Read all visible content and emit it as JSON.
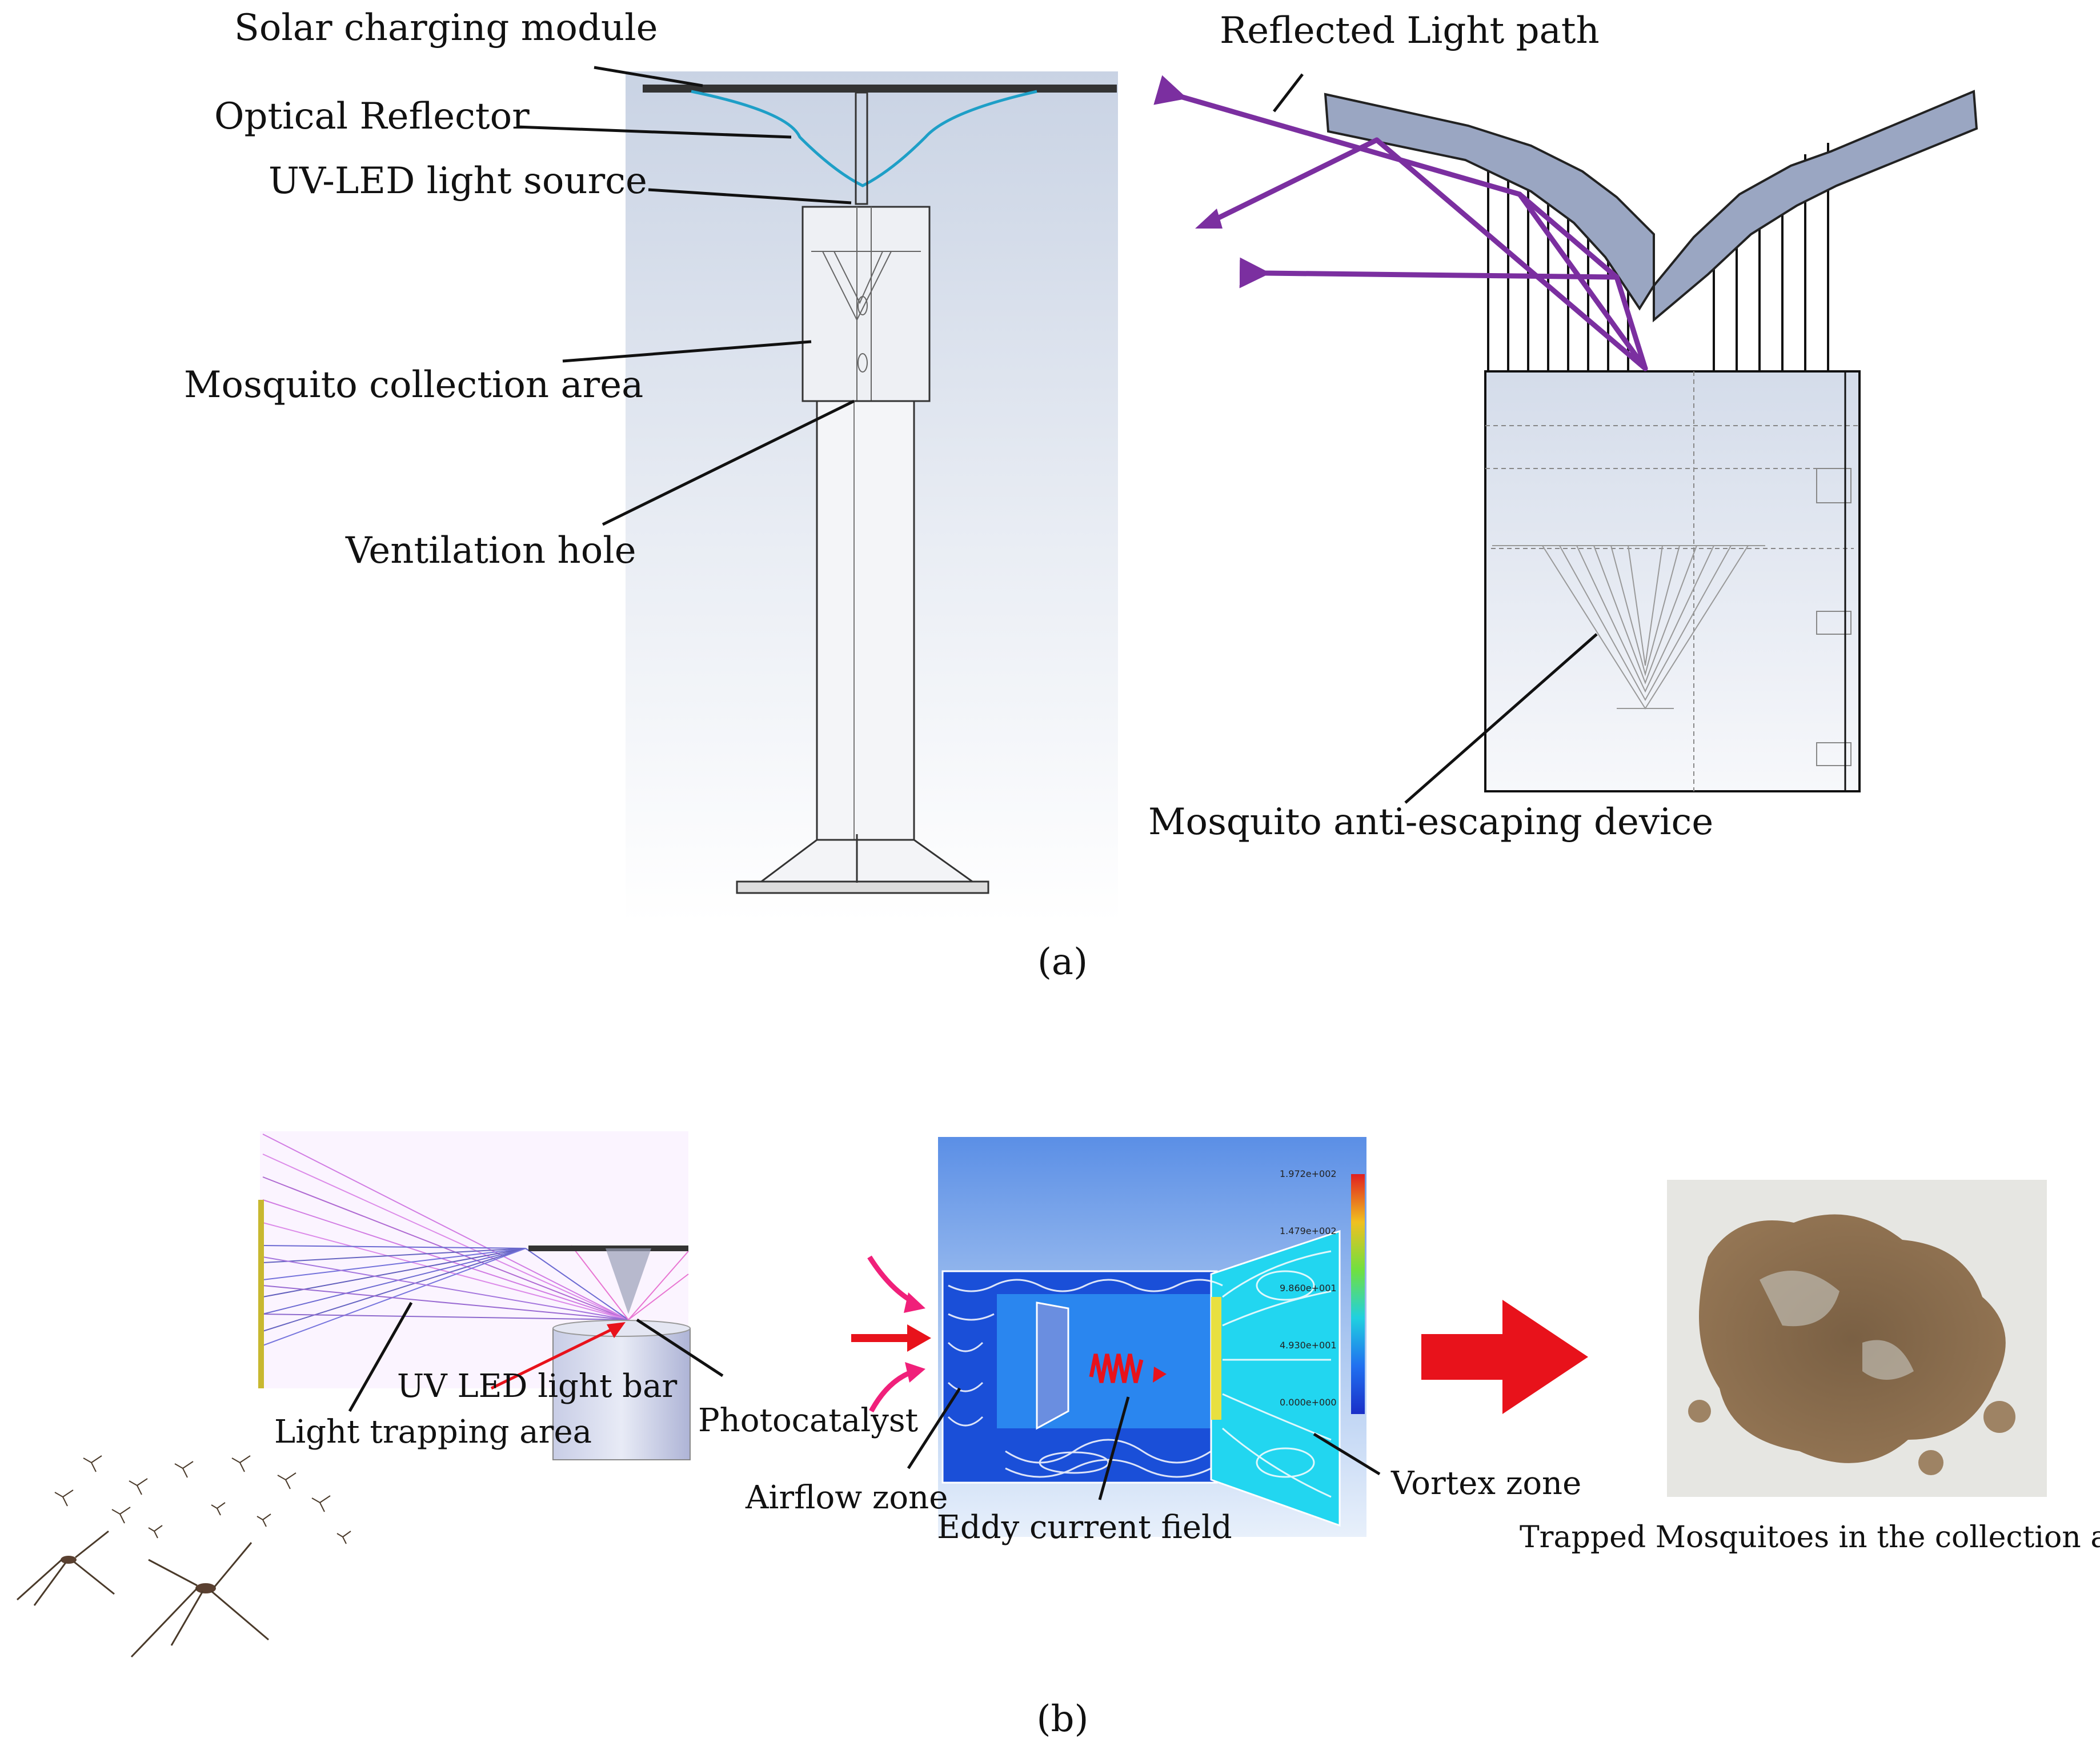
{
  "panel_a": {
    "caption": "(a)",
    "labels": {
      "solar": "Solar charging module",
      "reflector": "Optical Reflector",
      "uvled": "UV-LED light source",
      "collection": "Mosquito collection area",
      "ventilation": "Ventilation hole",
      "reflected": "Reflected Light path",
      "antiescape": "Mosquito anti-escaping device"
    }
  },
  "panel_b": {
    "caption": "(b)",
    "labels": {
      "uvbar": "UV LED light bar",
      "trapping": "Light trapping area",
      "photocatalyst": "Photocatalyst",
      "airflow": "Airflow zone",
      "eddy": "Eddy current field",
      "vortex": "Vortex zone",
      "trapped": "Trapped Mosquitoes in the  collection area"
    },
    "legend_ticks": [
      "1.972e+002",
      "1.479e+002",
      "9.860e+001",
      "4.930e+001",
      "0.000e+000"
    ]
  },
  "colors": {
    "reflector_curve": "#1e9fc7",
    "light_path": "#7b2fa0",
    "red_arrow": "#e8121b",
    "pink_arrow": "#f0207a",
    "cfd_blue": "#1a4fd8",
    "cfd_cyan": "#22d6f0"
  }
}
